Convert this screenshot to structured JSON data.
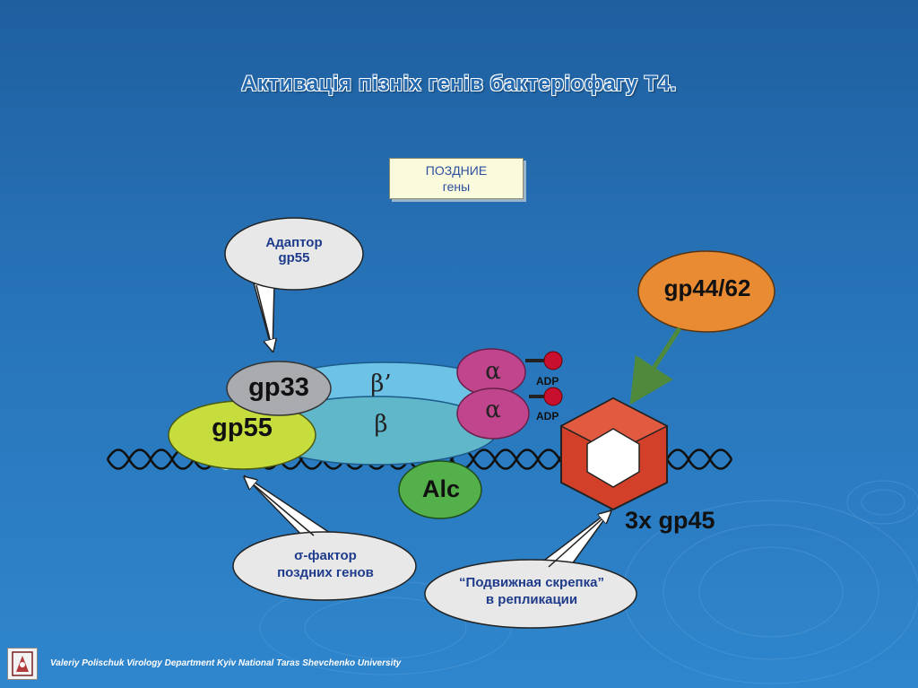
{
  "slide": {
    "title": "Активація пізніх генів бактеріофагу Т4.",
    "late_genes_box": [
      "ПОЗДНИЕ",
      "гены"
    ],
    "callouts": {
      "adaptor": [
        "Адаптор",
        "gp55"
      ],
      "sigma": [
        "σ-фактор",
        "поздних генов"
      ],
      "clamp": [
        "“Подвижная скрепка”",
        "в репликации"
      ]
    },
    "proteins": {
      "gp33": "gp33",
      "gp55": "gp55",
      "alc": "Alc",
      "gp4462": "gp44/62",
      "gp45": "3x gp45",
      "beta_prime": "β’",
      "beta": "β",
      "alpha": "α",
      "adp": "ADP"
    },
    "footer": "Valeriy Polischuk   Virology Department Kyiv National Taras Shevchenko University"
  },
  "colors": {
    "background": "#2670b4",
    "title": "#2468ad",
    "gp33": "#a9abae",
    "gp55": "#c7dd3e",
    "beta_prime": "#6cc3e6",
    "beta": "#5fb7c9",
    "alpha": "#c0458c",
    "adp": "#c8102e",
    "alc": "#53b04a",
    "gp4462": "#e88b33",
    "gp45": "#d2402a",
    "callout": "#e8e8e8",
    "arrow": "#4f8a3c"
  }
}
